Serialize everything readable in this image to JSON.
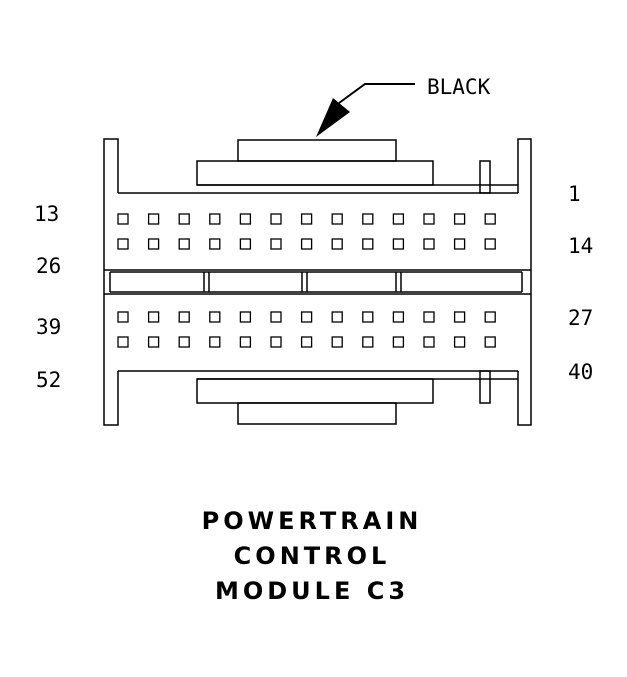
{
  "connector": {
    "color_label": "BLACK",
    "cavity_rows": 4,
    "cavities_per_row": 13
  },
  "pin_labels": {
    "left_row1": "13",
    "left_row2": "26",
    "left_row3": "39",
    "left_row4": "52",
    "right_row1": "1",
    "right_row2": "14",
    "right_row3": "27",
    "right_row4": "40"
  },
  "title": {
    "line1": "POWERTRAIN",
    "line2": "CONTROL",
    "line3": "MODULE C3"
  },
  "colors": {
    "ink": "#000000",
    "background": "#ffffff"
  }
}
